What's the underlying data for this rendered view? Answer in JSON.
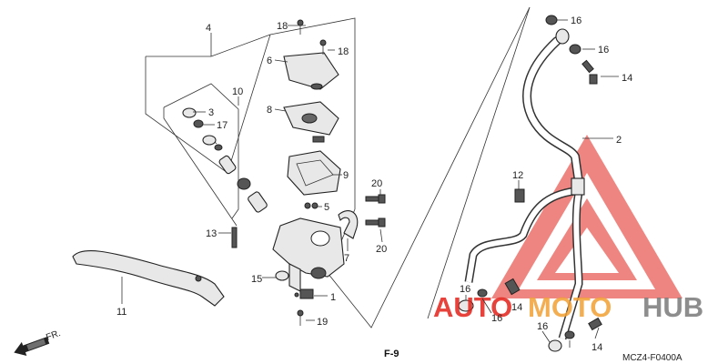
{
  "callouts": {
    "c1": "1",
    "c2": "2",
    "c3": "3",
    "c4": "4",
    "c5": "5",
    "c6": "6",
    "c7": "7",
    "c8": "8",
    "c9": "9",
    "c10": "10",
    "c11": "11",
    "c12": "12",
    "c13": "13",
    "c14a": "14",
    "c14b": "14",
    "c14c": "14",
    "c15": "15",
    "c16a": "16",
    "c16b": "16",
    "c16c": "16",
    "c16d": "16",
    "c16e": "16",
    "c17": "17",
    "c18a": "18",
    "c18b": "18",
    "c19": "19",
    "c20a": "20",
    "c20b": "20"
  },
  "figure_code": "F-9",
  "diagram_code": "MCZ4-F0400A",
  "direction_marker": "FR.",
  "watermark": {
    "text_red": "AUTO",
    "text_orange": "MOTO",
    "text_gray": "HUB",
    "colors": {
      "red": "#e32219",
      "orange": "#f2a035",
      "gray": "#7a7a7a"
    }
  },
  "icons": [
    "front-arrow-icon",
    "watermark-triangle-icon"
  ]
}
